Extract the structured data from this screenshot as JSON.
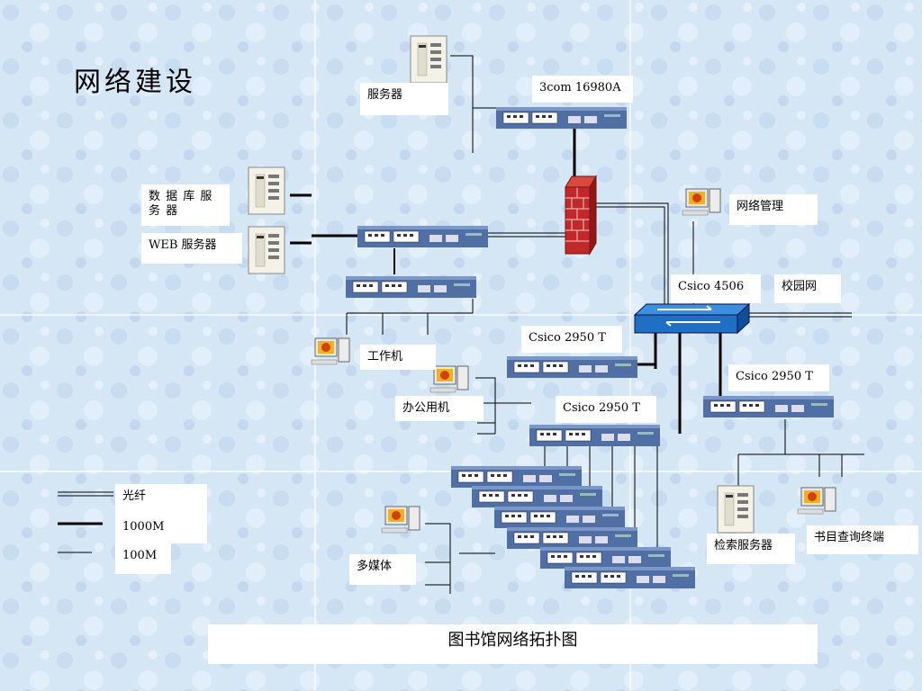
{
  "title": "网络建设",
  "caption": "图书馆网络拓扑图",
  "labels": {
    "server": "服务器",
    "switch_3com": "3com 16980A",
    "db_server": "数 据 库 服 务 器",
    "web_server": "WEB 服务器",
    "net_mgmt": "网络管理",
    "core_switch": "Csico 4506",
    "campus_net": "校园网",
    "workstation": "工作机",
    "office_pc": "办公用机",
    "sw_2950_a": "Csico 2950 T",
    "sw_2950_b": "Csico 2950 T",
    "sw_2950_c": "Csico 2950 T",
    "multimedia": "多媒体",
    "search_server": "检索服务器",
    "catalog_terminal": "书目查询终端"
  },
  "legend": [
    {
      "style": "double",
      "label": "光纤"
    },
    {
      "style": "thick",
      "label": "1000M"
    },
    {
      "style": "thin",
      "label": "100M"
    }
  ],
  "colors": {
    "background": "#d3e4f4",
    "switch_body": "#5577aa",
    "firewall": "#c0282a",
    "core_switch": "#2277cc"
  }
}
